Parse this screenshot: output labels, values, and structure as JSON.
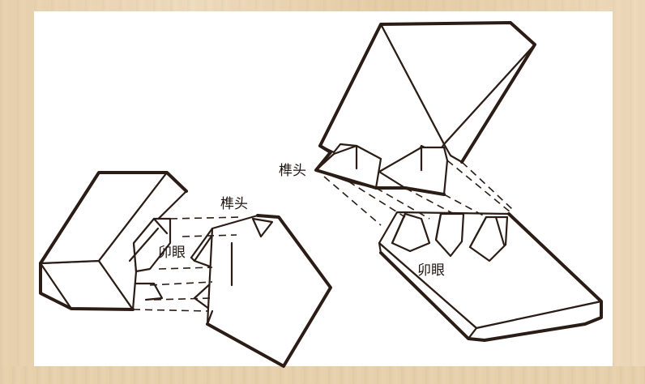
{
  "labels": {
    "left_tenon": "榫头",
    "left_mortise": "卯眼",
    "right_tenon": "榫头",
    "right_mortise": "卯眼"
  },
  "colors": {
    "line": "#2b1d16",
    "panel": "#ffffff",
    "wood": "#e9d4b2"
  }
}
